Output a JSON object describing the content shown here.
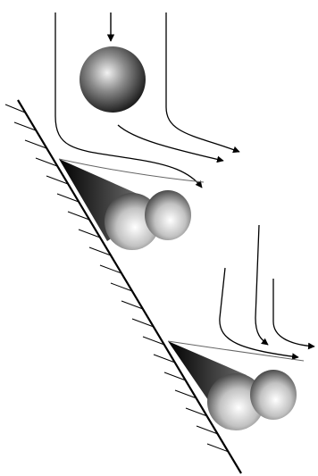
{
  "figure": {
    "background_color": "#ffffff",
    "line_color": "#000000",
    "scene_count": 2,
    "elements": [
      "incident-droplet",
      "inclined-wall",
      "wall-hatching",
      "flow-arrows",
      "spreading-lobes"
    ]
  }
}
